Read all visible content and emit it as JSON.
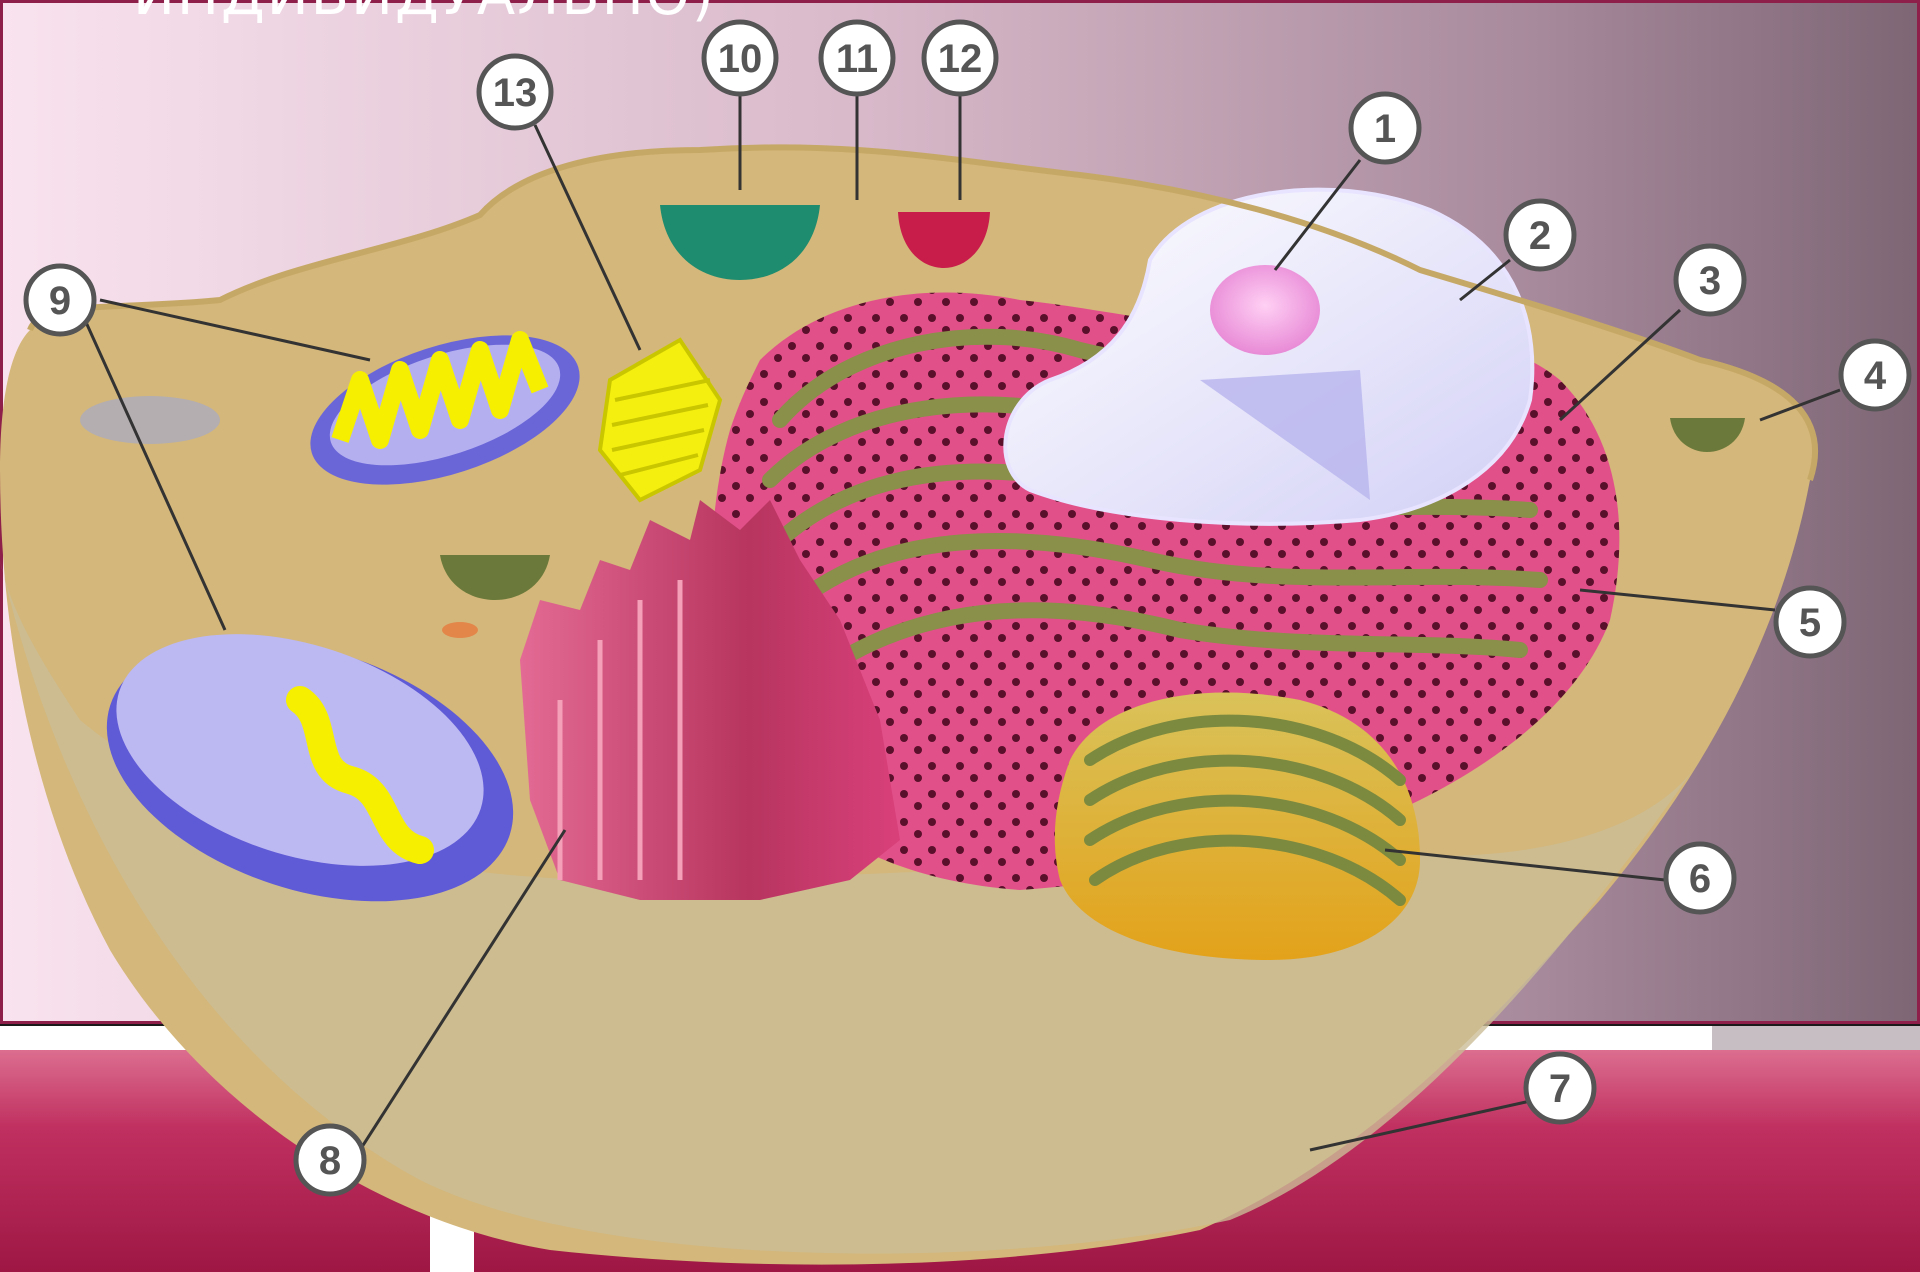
{
  "slide": {
    "title": "ИНДИВИДУАЛЬНО)"
  },
  "diagram": {
    "labels": [
      "1",
      "2",
      "3",
      "4",
      "5",
      "6",
      "7",
      "8",
      "9",
      "10",
      "11",
      "12",
      "13"
    ]
  },
  "colors": {
    "cytoplasm": "#d4b77a",
    "rough_er": "#d9407a",
    "nucleus": "#eeeaff",
    "nucleolus": "#f4a6e6",
    "mitochondria_matrix": "#ffff30",
    "golgi": "#e0b53a",
    "ribosome_green": "#1e8c6e",
    "lysosome_red": "#c81c4a",
    "vesicle_olive": "#6b7a3a",
    "band_crimson": "#b0224f"
  }
}
